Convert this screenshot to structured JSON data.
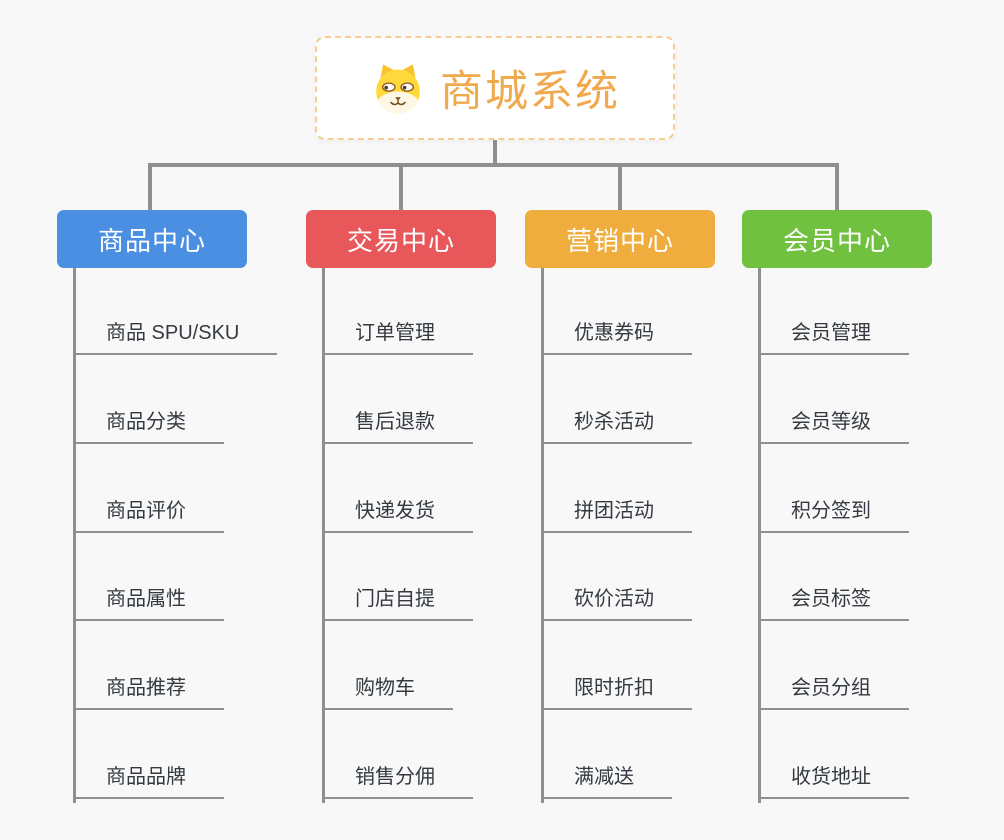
{
  "theme": {
    "background": "#f8f8f8",
    "connector_color": "#8f8f8f",
    "underline_color": "#8f8f8f",
    "item_text_color": "#343a40",
    "root_text_color": "#f1a94e",
    "root_border_color": "#f7ce92"
  },
  "root": {
    "title": "商城系统",
    "icon": "dog-face-icon"
  },
  "branches": [
    {
      "label": "商品中心",
      "color": "#4a8fe2",
      "items": [
        "商品 SPU/SKU",
        "商品分类",
        "商品评价",
        "商品属性",
        "商品推荐",
        "商品品牌"
      ]
    },
    {
      "label": "交易中心",
      "color": "#e8585b",
      "items": [
        "订单管理",
        "售后退款",
        "快递发货",
        "门店自提",
        "购物车",
        "销售分佣"
      ]
    },
    {
      "label": "营销中心",
      "color": "#efad3d",
      "items": [
        "优惠券码",
        "秒杀活动",
        "拼团活动",
        "砍价活动",
        "限时折扣",
        "满减送"
      ]
    },
    {
      "label": "会员中心",
      "color": "#6fc13f",
      "items": [
        "会员管理",
        "会员等级",
        "积分签到",
        "会员标签",
        "会员分组",
        "收货地址"
      ]
    }
  ]
}
